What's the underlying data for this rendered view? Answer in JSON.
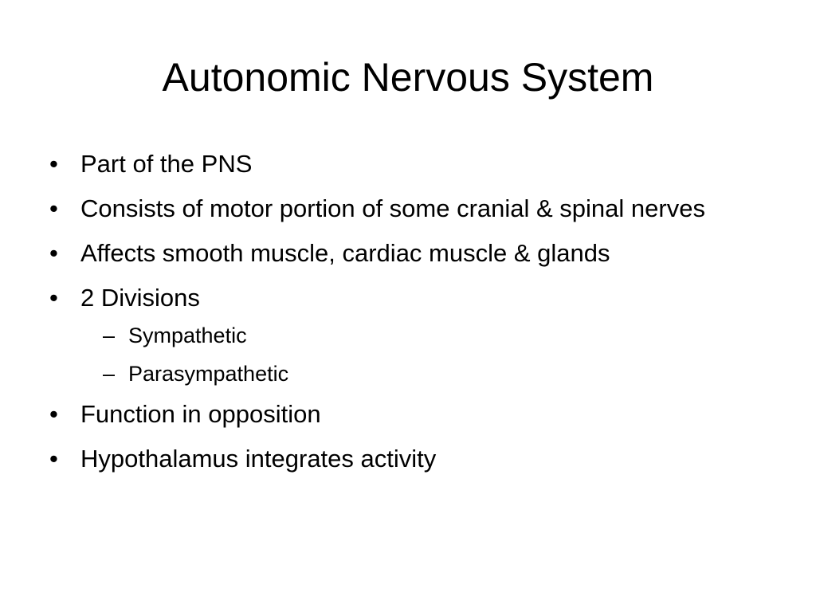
{
  "slide": {
    "title": "Autonomic Nervous System",
    "bullet_glyph": "•",
    "sub_glyph": "–",
    "bullets": [
      {
        "text": "Part of the PNS"
      },
      {
        "text": "Consists of motor portion of some cranial & spinal nerves"
      },
      {
        "text": "Affects smooth muscle, cardiac muscle & glands"
      },
      {
        "text": "2 Divisions",
        "sub": [
          "Sympathetic",
          "Parasympathetic"
        ]
      },
      {
        "text": "Function in opposition"
      },
      {
        "text": "Hypothalamus integrates activity"
      }
    ]
  }
}
